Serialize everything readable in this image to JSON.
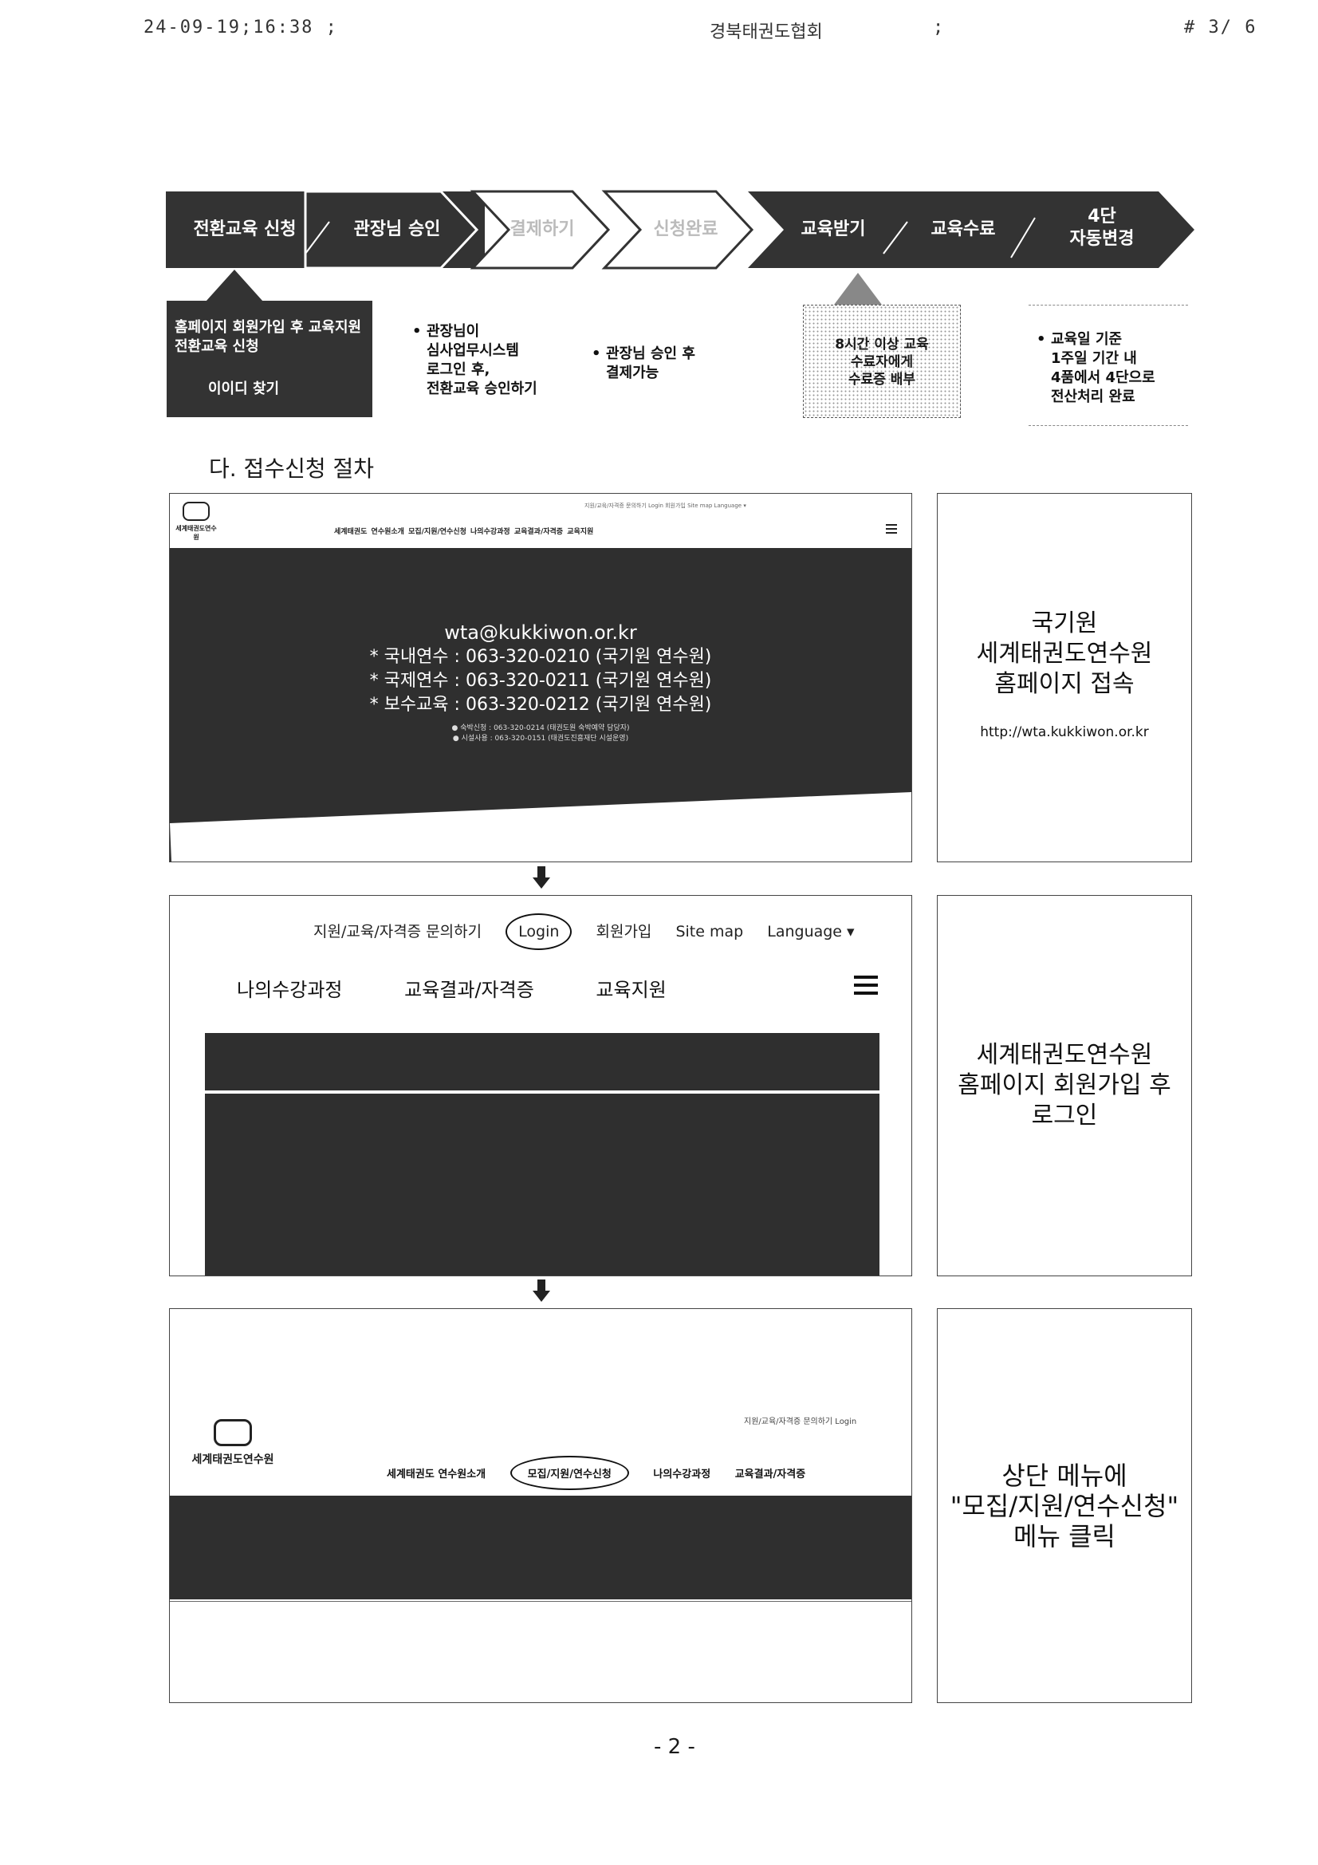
{
  "fax_header": {
    "left": "24-09-19;16:38 ;",
    "center": "경북태권도협회",
    "semicolon": ";",
    "right": "# 3/ 6"
  },
  "flow_steps": [
    {
      "label": "전환교육 신청"
    },
    {
      "label": "관장님 승인"
    },
    {
      "label": "결제하기"
    },
    {
      "label": "신청완료"
    },
    {
      "label": "교육받기"
    },
    {
      "label": "교육수료"
    },
    {
      "label": "4단\n자동변경"
    }
  ],
  "notes": {
    "step1_text": "홈페이지 회원가입 후 교육지원 전환교육 신청",
    "step1_sub": "이이디 찾기",
    "step2": "관장님이\n심사업무시스템\n로그인 후,\n전환교육 승인하기",
    "step3": "관장님 승인 후\n결제가능",
    "step5": "8시간 이상 교육\n수료자에게\n수료증 배부",
    "step7": "교육일 기준\n1주일 기간 내\n4품에서 4단으로\n전산처리 완료"
  },
  "section_title": "다. 접수신청 절차",
  "shot1": {
    "logo_name": "세계태권도연수원",
    "nav": "세계태권도 연수원소개   모집/지원/연수신청   나의수강과정   교육결과/자격증   교육지원",
    "util": "지원/교육/자격증 문의하기   Login   회원가입   Site map   Language ▾",
    "email": "wta@kukkiwon.or.kr",
    "contacts": [
      "* 국내연수 : 063-320-0210 (국기원 연수원)",
      "* 국제연수 : 063-320-0211 (국기원 연수원)",
      "* 보수교육 : 063-320-0212 (국기원 연수원)"
    ],
    "small_lines": [
      "● 숙박신청 : 063-320-0214 (태권도원 숙박예약 담당자)",
      "● 시설사용 : 063-320-0151 (태권도진흥재단 시설운영)"
    ]
  },
  "side1": {
    "text": "국기원\n세계태권도연수원\n홈페이지 접속",
    "url": "http://wta.kukkiwon.or.kr"
  },
  "shot2": {
    "util_inquiry": "지원/교육/자격증 문의하기",
    "login": "Login",
    "join": "회원가입",
    "sitemap": "Site map",
    "language": "Language ▾",
    "menu": [
      "나의수강과정",
      "교육결과/자격증",
      "교육지원"
    ]
  },
  "side2": {
    "text": "세계태권도연수원\n홈페이지 회원가입 후\n로그인"
  },
  "shot3": {
    "logo_name": "세계태권도연수원",
    "util": "지원/교육/자격증 문의하기   Login",
    "nav_intro": "세계태권도 연수원소개",
    "nav_apply": "모집/지원/연수신청",
    "nav_course": "나의수강과정",
    "nav_result": "교육결과/자격증"
  },
  "side3": {
    "text": "상단 메뉴에\n\"모집/지원/연수신청\"\n메뉴 클릭"
  },
  "page_number": "- 2 -",
  "colors": {
    "step_dark": "#333333",
    "step_light": "#ffffff",
    "hero_dark": "#2f2f2f"
  }
}
